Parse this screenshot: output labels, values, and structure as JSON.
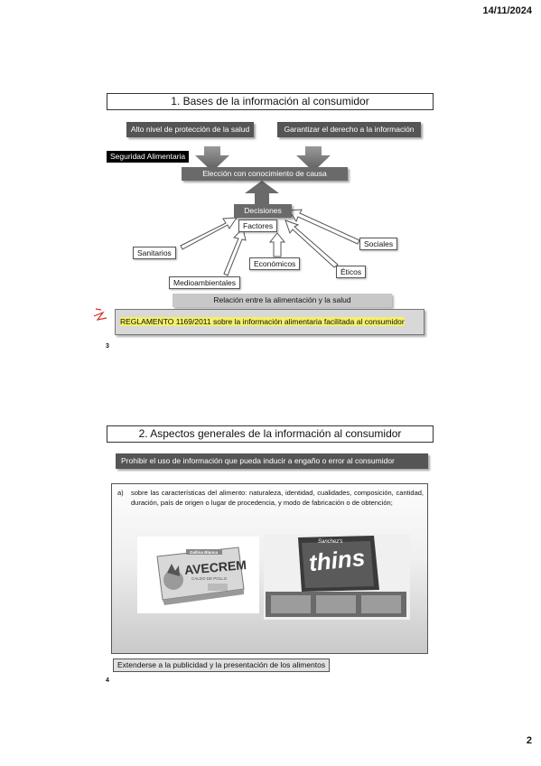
{
  "header": {
    "date": "14/11/2024"
  },
  "footer": {
    "page_number": "2"
  },
  "slide1": {
    "title": "1. Bases de la información al consumidor",
    "box_protection": "Alto nivel de protección de la salud",
    "box_right": "Garantizar el derecho a la información",
    "food_safety": "Seguridad Alimentaria",
    "choice": "Elección con conocimiento de causa",
    "decisions": "Decisiones",
    "factors": "Factores",
    "factor_labels": {
      "sanitary": "Sanitarios",
      "environmental": "Medioambientales",
      "economic": "Económicos",
      "ethical": "Éticos",
      "social": "Sociales"
    },
    "relation": "Relación entre la alimentación y la salud",
    "regulation": "REGLAMENTO 1169/2011 sobre la información alimentaria facilitada al consumidor",
    "slide_number": "3"
  },
  "slide2": {
    "title": "2. Aspectos generales de la información al consumidor",
    "prohibit": "Prohibir el uso de información que pueda inducir a engaño o error al consumidor",
    "point_a_marker": "a)",
    "point_a": "sobre las características del alimento: naturaleza, identidad, cualidades, composición, cantidad, duración, país de origen o lugar de procedencia, y modo de fabricación o de obtención;",
    "avecrem_brand": "AVECREM",
    "avecrem_top": "Gallina Blanca",
    "avecrem_sub": "CALDO DE POLLO",
    "thins_brand": "thins",
    "thins_top": "Sanchez's",
    "extend": "Extenderse a la publicidad y la presentación de los alimentos",
    "slide_number": "4"
  },
  "colors": {
    "dark_box": "#555555",
    "band": "#c8c8c8",
    "highlight": "#f3f06a",
    "pen_mark": "#d0301e"
  }
}
